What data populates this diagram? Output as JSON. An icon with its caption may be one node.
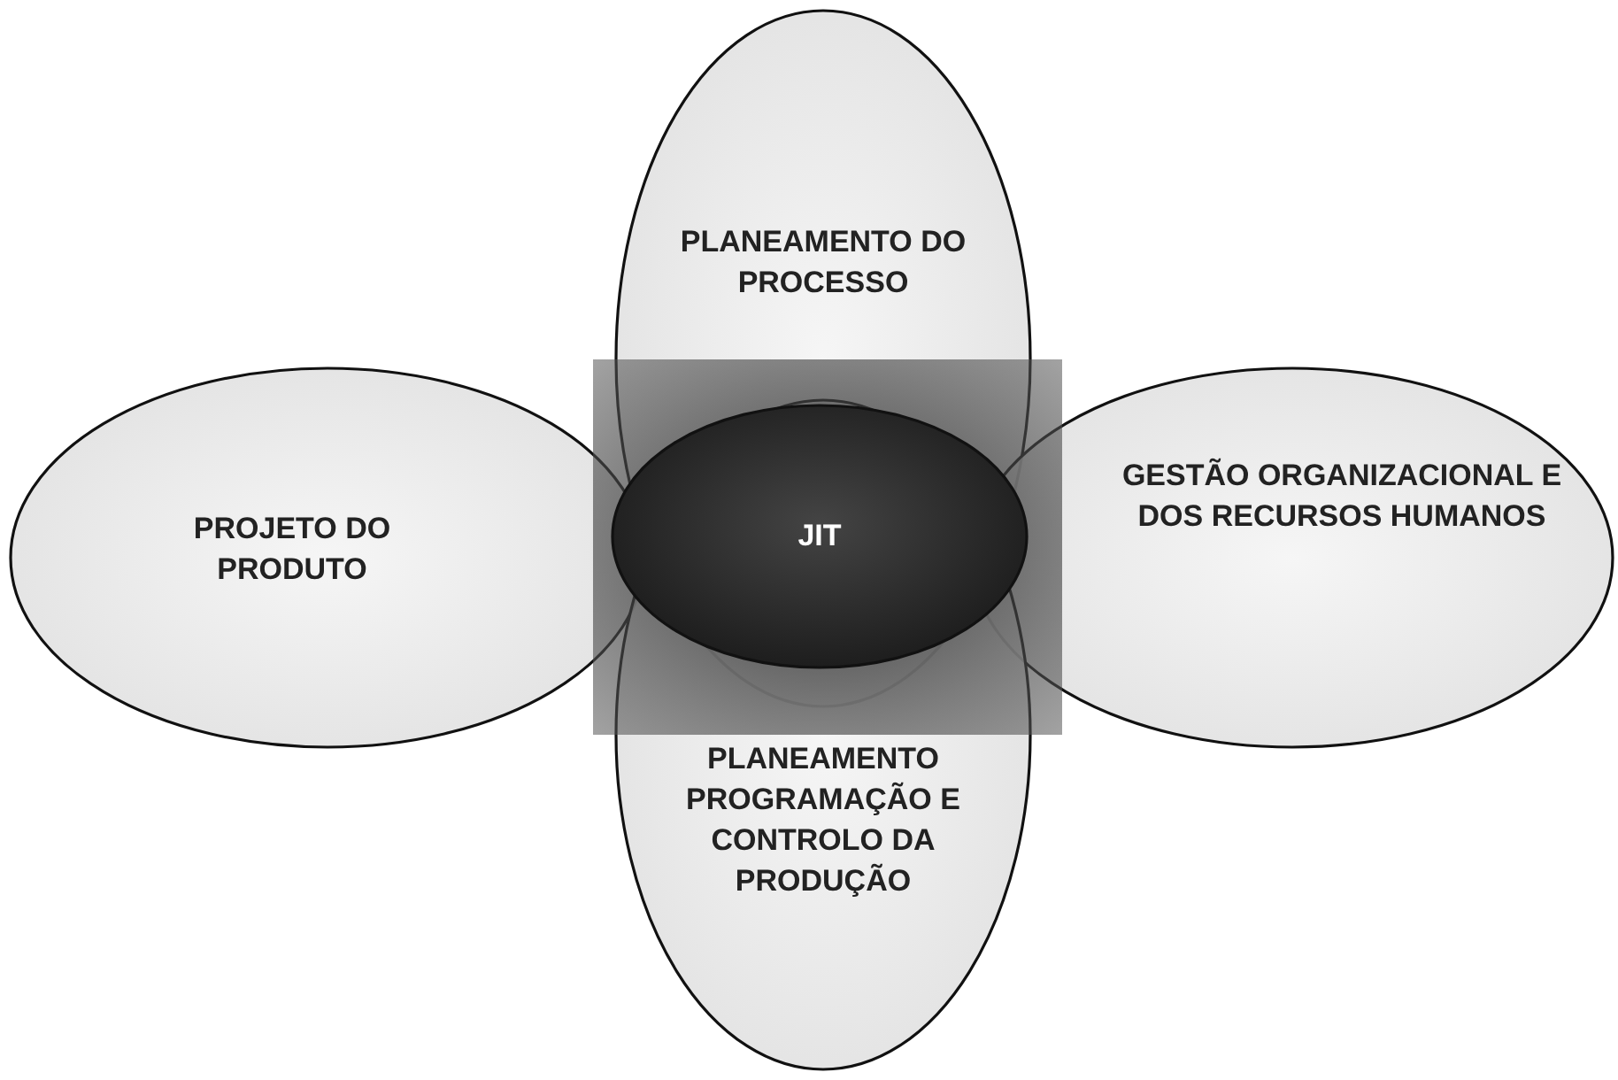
{
  "diagram": {
    "nodes": [
      {
        "text": [
          "PLANEAMENTO DO PROCESSO"
        ]
      },
      {
        "text": [
          "PROJETO DO PRODUTO"
        ]
      },
      {
        "text": [
          "GESTÃO ORGANIZACIONAL E DOS RECURSOS HUMANOS"
        ]
      },
      {
        "text": [
          "PLANEAMENTO PROGRAMAÇÃO E CONTROLO DA PRODUÇÃO"
        ]
      },
      {
        "text": [
          "JIT"
        ]
      }
    ]
  }
}
